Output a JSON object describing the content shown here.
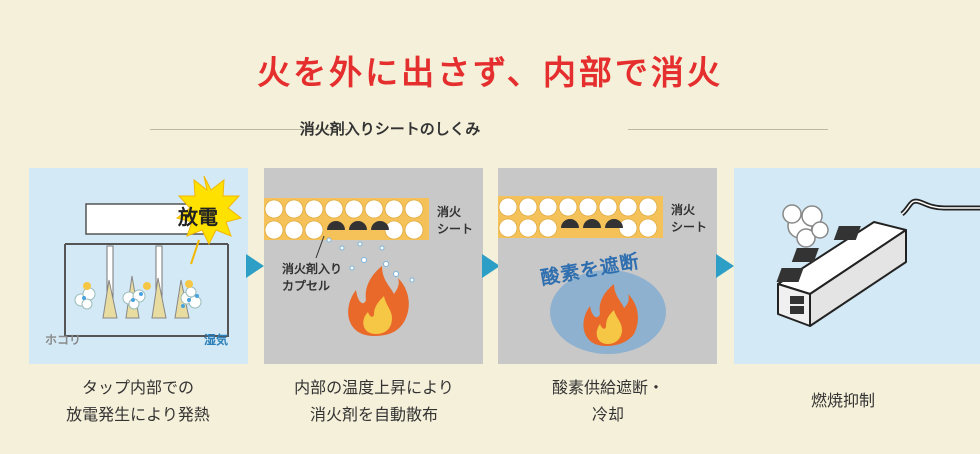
{
  "header": {
    "title": "火を外に出さず、内部で消火",
    "subtitle": "消火剤入りシートのしくみ"
  },
  "steps": [
    {
      "caption_line1": "タップ内部での",
      "caption_line2": "放電発生により発熱",
      "labels": {
        "discharge": "放電",
        "dust": "ホコリ",
        "humidity": "湿気"
      }
    },
    {
      "caption_line1": "内部の温度上昇により",
      "caption_line2": "消火剤を自動散布",
      "labels": {
        "sheet_line1": "消火",
        "sheet_line2": "シート",
        "capsule_line1": "消火剤入り",
        "capsule_line2": "カプセル"
      }
    },
    {
      "caption_line1": "酸素供給遮断・",
      "caption_line2": "冷却",
      "labels": {
        "sheet_line1": "消火",
        "sheet_line2": "シート",
        "oxygen_block": "酸素を遮断"
      }
    },
    {
      "caption_line1": "燃焼抑制"
    }
  ],
  "colors": {
    "background": "#f5f0d9",
    "title": "#e52e2e",
    "panel_blue": "#d3e9f5",
    "panel_gray": "#c8c8c8",
    "arrow": "#2d9fc6",
    "sheet_yellow": "#f5c25a",
    "flame_orange": "#e8692a",
    "flame_yellow": "#f6c744"
  },
  "icons": [
    "arrow-right-icon",
    "spark-burst-icon",
    "flame-icon",
    "capsule-icon",
    "power-strip-icon",
    "smoke-icon"
  ]
}
